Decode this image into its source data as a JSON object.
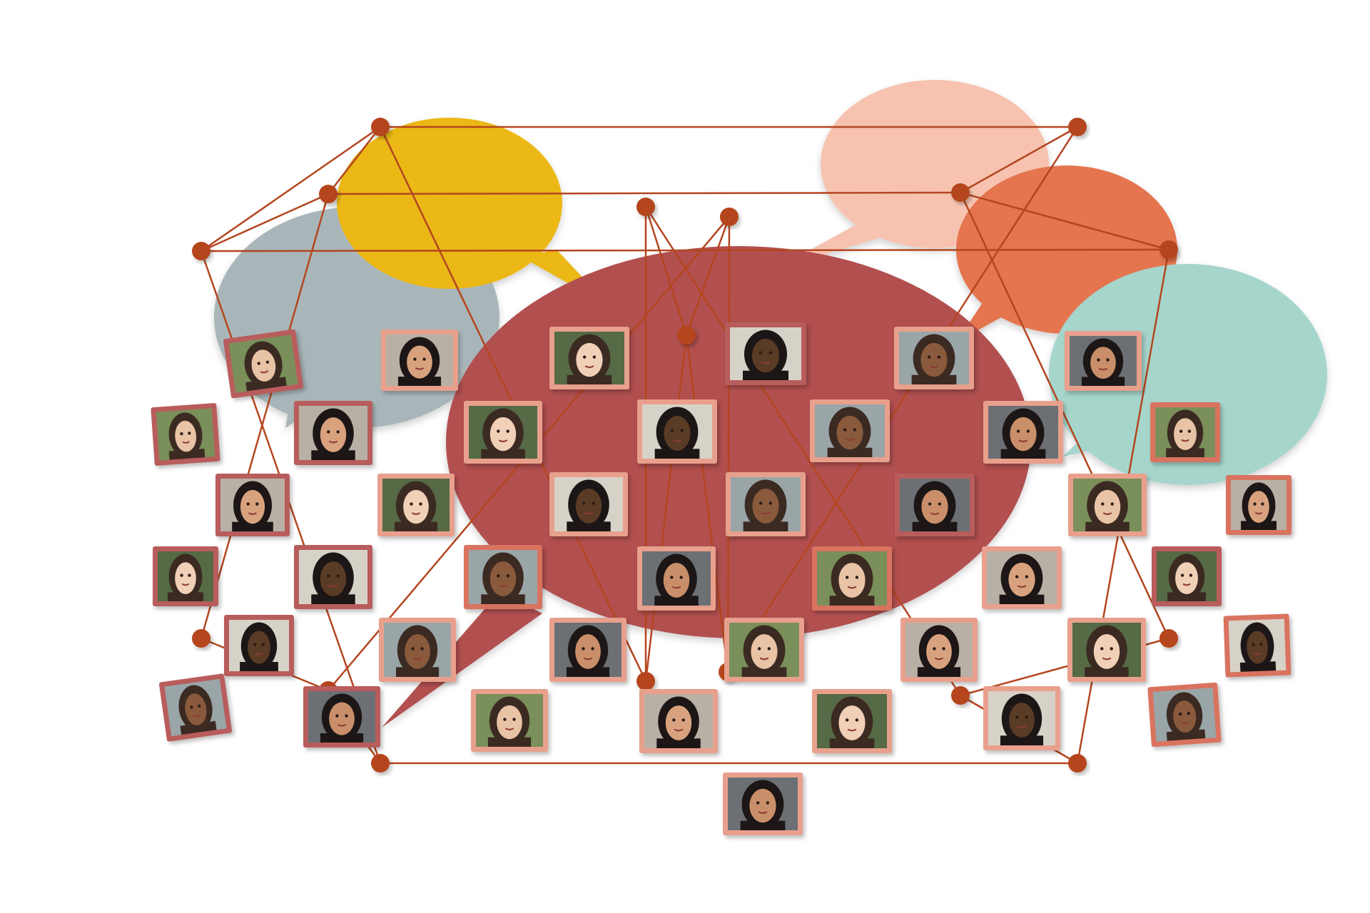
{
  "colors": {
    "background": "#ffffff",
    "bubble_gray": "#a9b6b9",
    "bubble_yellow": "#ebb818",
    "bubble_pink": "#f7c3b0",
    "bubble_orange": "#e4754f",
    "bubble_mint": "#a6d5cc",
    "bubble_main": "#b24f4f",
    "network_line": "#b4461f",
    "network_node": "#b5441d",
    "frame_pink": "#e8a08d",
    "frame_rose": "#b85d5c",
    "frame_coral": "#d9735e"
  },
  "speech_bubbles": [
    "gray",
    "yellow",
    "pink",
    "orange",
    "mint",
    "main"
  ],
  "portrait_icon": "person-portrait-icon",
  "node_icon": "network-node-icon"
}
